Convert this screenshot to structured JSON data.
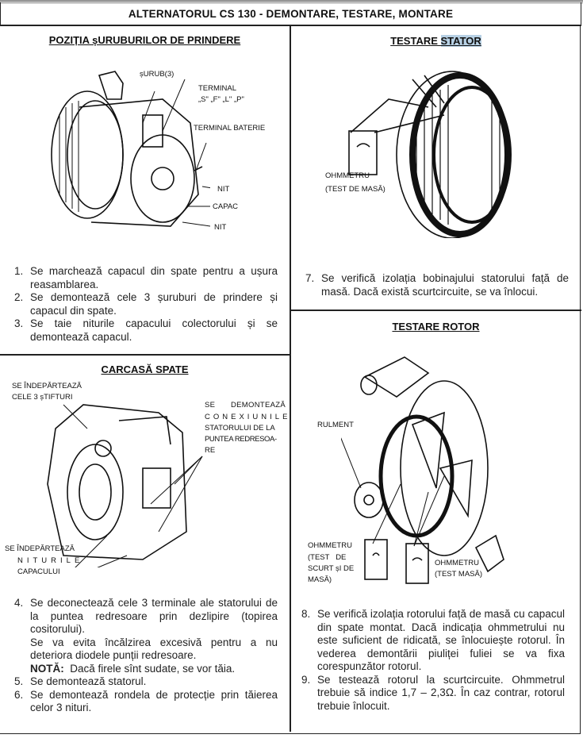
{
  "title": "ALTERNATORUL CS 130 - DEMONTARE, TESTARE, MONTARE",
  "highlight_color": "#b7d0e4",
  "section1": {
    "heading": "POZIȚIA șURUBURILOR DE PRINDERE",
    "labels": {
      "surub": "șURUB(3)",
      "terminal": "TERMINAL",
      "terminal_codes": "„S\" „F\" „L\" „P\"",
      "terminal_baterie": "TERMINAL BATERIE",
      "nit1": "NIT",
      "capac": "CAPAC",
      "nit2": "NIT"
    },
    "steps": [
      {
        "n": "1.",
        "text": "Se marchează capacul din spate pentru a ușura reasamblarea."
      },
      {
        "n": "2.",
        "text": "Se demontează cele 3 șuruburi de prindere și capacul din spate."
      },
      {
        "n": "3.",
        "text": "Se taie niturile capacului colectorului și se demontează capacul."
      }
    ]
  },
  "section2": {
    "heading_a": "TESTARE ",
    "heading_b": "STATOR",
    "labels": {
      "ohm": "OHMMETRU",
      "test": "(TEST DE MASĂ)"
    },
    "steps": [
      {
        "n": "7.",
        "text": "Se verifică izolația bobinajului statorului față de masă. Dacă există scurtcircuite, se va înlocui."
      }
    ]
  },
  "section3": {
    "heading": "CARCASĂ SPATE",
    "labels": {
      "stifturi1": "SE ÎNDEPĂRTEAZĂ",
      "stifturi2": "CELE 3 șTIFTURI",
      "conex1": "SE DEMONTEAZĂ",
      "conex2": "CONEXIUNILE",
      "conex3": "STATORULUI DE LA",
      "conex4": "PUNTEA REDRESOA-",
      "conex5": "RE",
      "nit1": "SE ÎNDEPĂRTEAZĂ",
      "nit2": "NITURILE",
      "nit3": "CAPACULUI"
    },
    "steps": [
      {
        "n": "4.",
        "text": "Se deconectează cele 3 terminale ale statorului de la puntea redresoare prin dezlipire (topirea cositorului)."
      },
      {
        "n": "",
        "text": "Se va evita încălzirea excesivă pentru a nu deteriora diodele punții redresoare."
      },
      {
        "n": "",
        "note_label": "NOTĂ:",
        "text": "Dacă firele sînt sudate, se vor tăia."
      },
      {
        "n": "5.",
        "text": "Se demontează statorul."
      },
      {
        "n": "6.",
        "text": "Se demontează rondela de protecție prin tăierea celor 3 nituri."
      }
    ]
  },
  "section4": {
    "heading": "TESTARE ROTOR",
    "labels": {
      "rulment": "RULMENT",
      "ohm1": "OHMMETRU",
      "ohm1b": "(TEST   DE",
      "ohm1c": "SCURT șI DE",
      "ohm1d": "MASĂ)",
      "ohm2": "OHMMETRU",
      "ohm2b": "(TEST MASĂ)"
    },
    "steps": [
      {
        "n": "8.",
        "text": "Se verifică izolația rotorului față de masă cu capacul din spate montat. Dacă indicația ohmmetrului nu este suficient de ridicată, se înlocuiește rotorul. În vederea demontării piuliței fuliei se va fixa corespunzător rotorul."
      },
      {
        "n": "9.",
        "text": "Se testează rotorul la scurtcircuite. Ohmmetrul trebuie să indice 1,7 – 2,3Ω. În caz contrar, rotorul trebuie înlocuit."
      }
    ]
  }
}
